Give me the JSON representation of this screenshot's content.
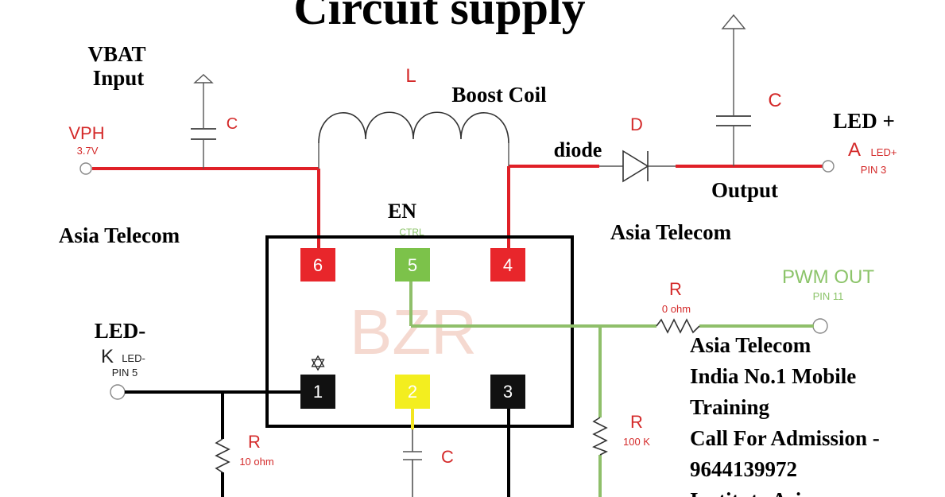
{
  "title": "Circuit supply",
  "labels": {
    "vbat": "VBAT",
    "input": "Input",
    "vph": "VPH",
    "vph_voltage": "3.7V",
    "c_left": "C",
    "l": "L",
    "boost_coil": "Boost Coil",
    "d": "D",
    "diode": "diode",
    "c_right": "C",
    "led_plus": "LED +",
    "a": "A",
    "led_plus_small": "LED+",
    "pin3": "PIN 3",
    "output": "Output",
    "en": "EN",
    "ctrl": "CTRL",
    "asia_left": "Asia Telecom",
    "asia_mid": "Asia Telecom",
    "watermark": "BZR",
    "pwm_out": "PWM OUT",
    "pin11": "PIN 11",
    "r_pwm": "R",
    "r_pwm_value": "0 ohm",
    "led_minus": "LED-",
    "k": "K",
    "led_minus_small": "LED-",
    "pin5": "PIN 5",
    "r_left": "R",
    "r_left_value": "10 ohm",
    "c_bottom": "C",
    "r_right": "R",
    "r_right_value": "100 K",
    "star_symbol": "✡"
  },
  "pins": [
    {
      "number": "6",
      "color": "#e8262b"
    },
    {
      "number": "5",
      "color": "#7cc24a"
    },
    {
      "number": "4",
      "color": "#e8262b"
    },
    {
      "number": "1",
      "color": "#111111"
    },
    {
      "number": "2",
      "color": "#f3ee1f"
    },
    {
      "number": "3",
      "color": "#111111"
    }
  ],
  "info_lines": [
    "Asia Telecom",
    "India No.1  Mobile",
    "Training",
    "Call For Admission -",
    "9644139972",
    "Institute Asia"
  ],
  "colors": {
    "red_label": "#d42a2a",
    "red_wire": "#e02027",
    "green_wire": "#8fbf6a",
    "green_label": "#8cc46a",
    "yellow_wire": "#f3e51f",
    "black": "#000000",
    "gray": "#555555",
    "watermark": "#f5d9d0"
  }
}
